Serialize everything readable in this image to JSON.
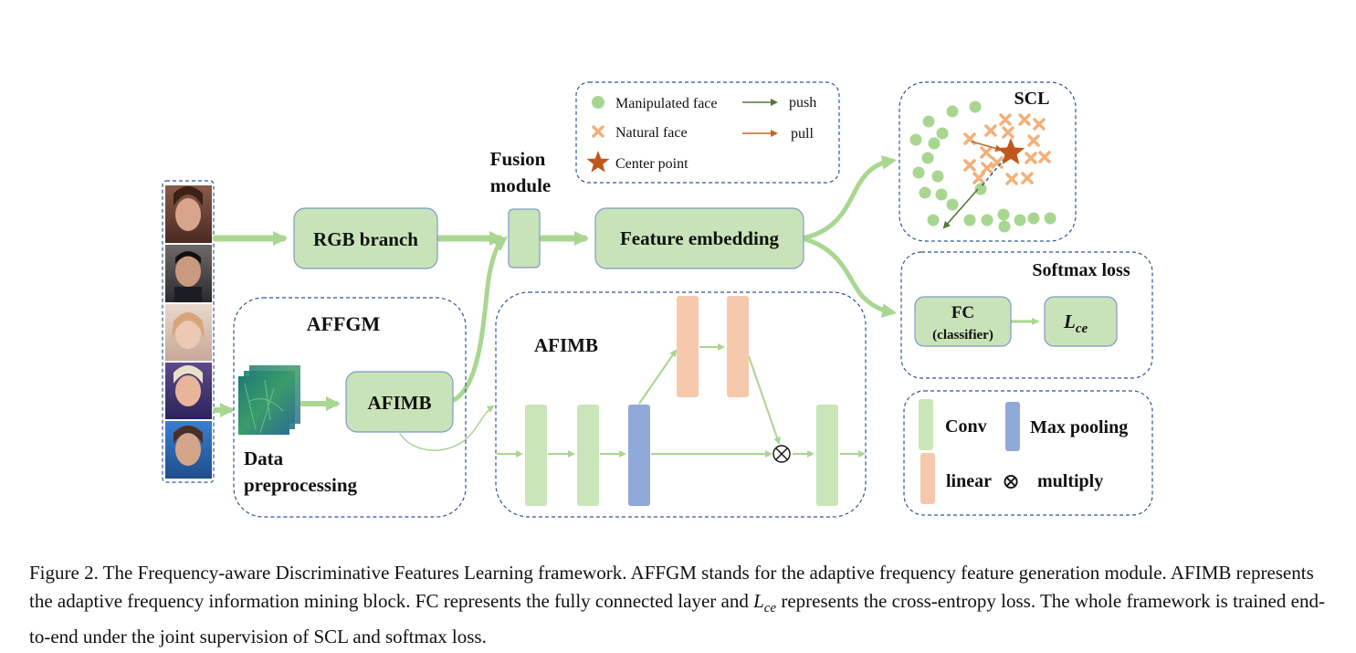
{
  "colors": {
    "green_fill": "#c9e3b8",
    "green_stroke": "#7b9bc8",
    "green_arrow": "#a9d690",
    "conv": "#c8e6b8",
    "max_pooling": "#8fa9d8",
    "linear": "#f6c9ad",
    "dash": "#2f5597",
    "push": "#4e7a34",
    "pull": "#c8641e",
    "manipulated": "#a8d690",
    "natural": "#f2b07a",
    "center": "#c0571b"
  },
  "icons": {
    "multiply": "circle-times-icon",
    "center": "star-icon"
  },
  "labels": {
    "rgb_branch": "RGB branch",
    "fusion_module_line1": "Fusion",
    "fusion_module_line2": "module",
    "feature_embedding": "Feature embedding",
    "affgm": "AFFGM",
    "afimb_block": "AFIMB",
    "afimb_detail": "AFIMB",
    "data_preprocessing_line1": "Data",
    "data_preprocessing_line2": "preprocessing",
    "scl": "SCL",
    "softmax_loss": "Softmax loss",
    "fc_line1": "FC",
    "fc_line2": "(classifier)",
    "lce": "L",
    "lce_sub": "ce"
  },
  "legend_top": {
    "manipulated_face": "Manipulated face",
    "natural_face": "Natural face",
    "center_point": "Center point",
    "push": "push",
    "pull": "pull"
  },
  "legend_bottom": {
    "conv": "Conv",
    "max_pooling": "Max pooling",
    "linear": "linear",
    "multiply_symbol": "⊗",
    "multiply": "multiply"
  },
  "caption": {
    "part1": "Figure 2. The Frequency-aware Discriminative Features Learning framework. AFFGM stands for the adaptive frequency feature generation module. AFIMB represents the adaptive frequency information mining block. FC represents the fully connected layer and ",
    "lce_main": "L",
    "lce_sub": "ce",
    "part2": " represents the cross-entropy loss. The whole framework is trained end-to-end under the joint supervision of SCL and softmax loss."
  }
}
